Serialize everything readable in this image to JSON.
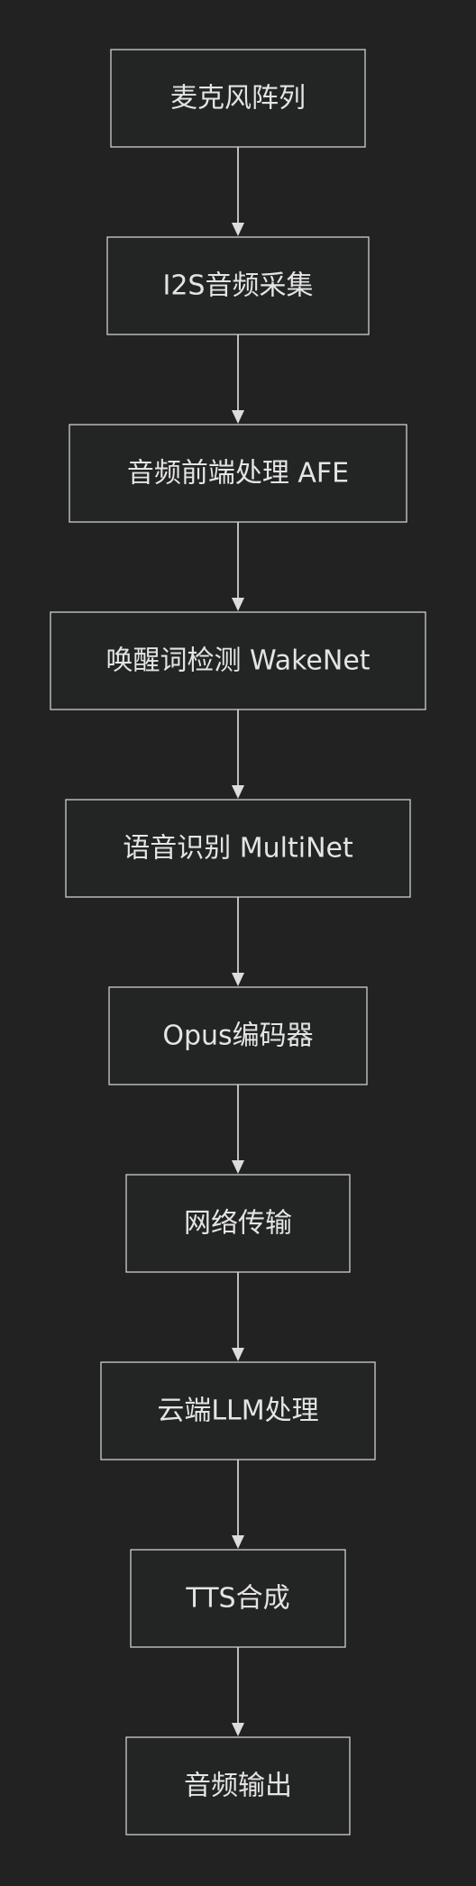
{
  "flowchart": {
    "nodes": [
      {
        "id": "mic-array",
        "label": "麦克风阵列"
      },
      {
        "id": "i2s-capture",
        "label": "I2S音频采集"
      },
      {
        "id": "afe",
        "label": "音频前端处理 AFE"
      },
      {
        "id": "wakenet",
        "label": "唤醒词检测 WakeNet"
      },
      {
        "id": "multinet",
        "label": "语音识别 MultiNet"
      },
      {
        "id": "opus",
        "label": "Opus编码器"
      },
      {
        "id": "network",
        "label": "网络传输"
      },
      {
        "id": "cloud-llm",
        "label": "云端LLM处理"
      },
      {
        "id": "tts",
        "label": "TTS合成"
      },
      {
        "id": "audio-out",
        "label": "音频输出"
      }
    ],
    "edges": [
      {
        "from": "mic-array",
        "to": "i2s-capture"
      },
      {
        "from": "i2s-capture",
        "to": "afe"
      },
      {
        "from": "afe",
        "to": "wakenet"
      },
      {
        "from": "wakenet",
        "to": "multinet"
      },
      {
        "from": "multinet",
        "to": "opus"
      },
      {
        "from": "opus",
        "to": "network"
      },
      {
        "from": "network",
        "to": "cloud-llm"
      },
      {
        "from": "cloud-llm",
        "to": "tts"
      },
      {
        "from": "tts",
        "to": "audio-out"
      }
    ],
    "colors": {
      "background": "#222222",
      "node_fill": "#232424",
      "stroke": "#cfcfcf",
      "text": "#e4e4e4"
    }
  }
}
